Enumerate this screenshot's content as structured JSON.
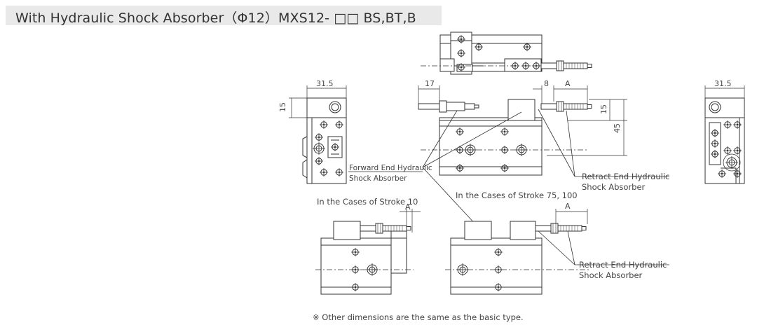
{
  "title": "With Hydraulic Shock Absorber（Φ12）MXS12- □□ BS,BT,B",
  "dimensions": {
    "width_left": "31.5",
    "height_left": "15",
    "length_17": "17",
    "length_8": "8",
    "stroke_a": "A",
    "height_15": "15",
    "height_45": "45",
    "width_right": "31.5",
    "stroke_a_lower_left": "A",
    "stroke_a_lower_right": "A"
  },
  "labels": {
    "forward_line1": "Forward End Hydraulic",
    "forward_line2": "Shock Absorber",
    "retract_line1": "Retract End Hydraulic",
    "retract_line2": "Shock Absorber",
    "retract2_line1": "Retract End Hydraulic",
    "retract2_line2": "Shock Absorber",
    "case_stroke10": "In the Cases of Stroke 10",
    "case_stroke75": "In the Cases of Stroke 75, 100"
  },
  "note": "※ Other dimensions are the same as the basic type."
}
